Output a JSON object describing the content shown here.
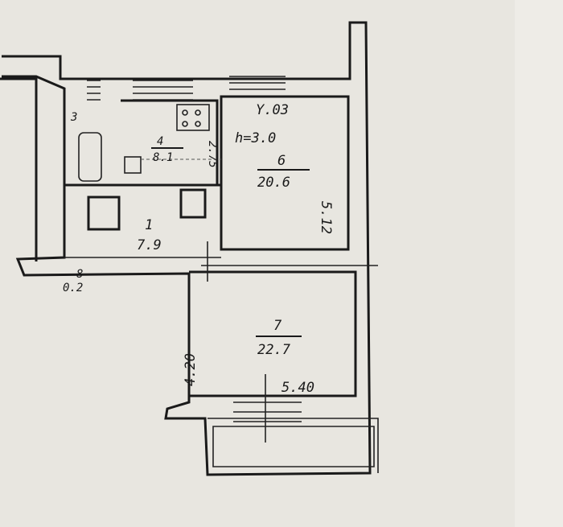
{
  "plan": {
    "ceiling": "Y.03",
    "height": "h=3.0",
    "rooms": [
      {
        "number": "6",
        "area": "20.6",
        "dimension": "5.12"
      },
      {
        "number": "7",
        "area": "22.7",
        "dimension_width": "5.40",
        "dimension_depth": "4.20"
      },
      {
        "number": "4",
        "area": "8.1",
        "dimension": "2.75"
      },
      {
        "number": "1",
        "area": "7.9"
      },
      {
        "number": "8",
        "area": "0.2"
      },
      {
        "number": "3"
      }
    ]
  }
}
